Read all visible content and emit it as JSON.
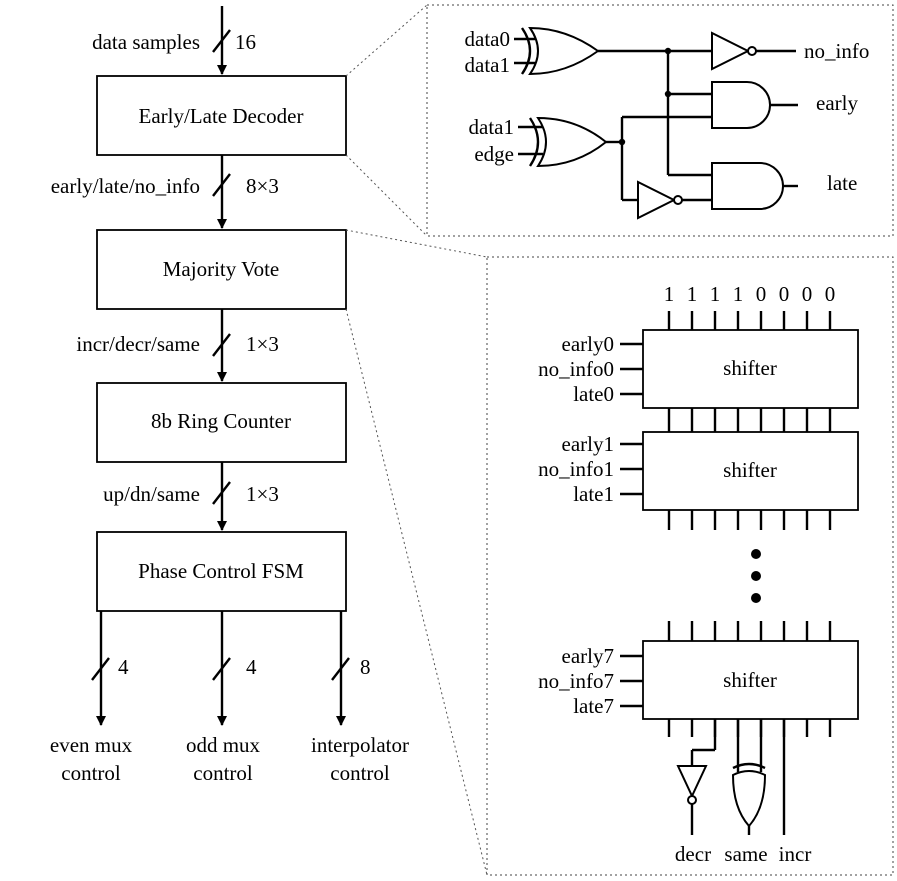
{
  "left": {
    "input_label": "data samples",
    "input_width": "16",
    "blocks": [
      "Early/Late Decoder",
      "Majority Vote",
      "8b Ring Counter",
      "Phase Control FSM"
    ],
    "buses": [
      {
        "label": "early/late/no_info",
        "width": "8×3"
      },
      {
        "label": "incr/decr/same",
        "width": "1×3"
      },
      {
        "label": "up/dn/same",
        "width": "1×3"
      }
    ],
    "outputs": [
      {
        "width": "4",
        "line1": "even mux",
        "line2": "control"
      },
      {
        "width": "4",
        "line1": "odd mux",
        "line2": "control"
      },
      {
        "width": "8",
        "line1": "interpolator",
        "line2": "control"
      }
    ]
  },
  "decoder_detail": {
    "inputs": [
      "data0",
      "data1",
      "data1",
      "edge"
    ],
    "outputs": [
      "no_info",
      "early",
      "late"
    ]
  },
  "vote_detail": {
    "init_bits": [
      "1",
      "1",
      "1",
      "1",
      "0",
      "0",
      "0",
      "0"
    ],
    "shifter_label": "shifter",
    "shifter_inputs": [
      [
        "early0",
        "no_info0",
        "late0"
      ],
      [
        "early1",
        "no_info1",
        "late1"
      ],
      [
        "early7",
        "no_info7",
        "late7"
      ]
    ],
    "outputs": [
      "decr",
      "same",
      "incr"
    ]
  }
}
